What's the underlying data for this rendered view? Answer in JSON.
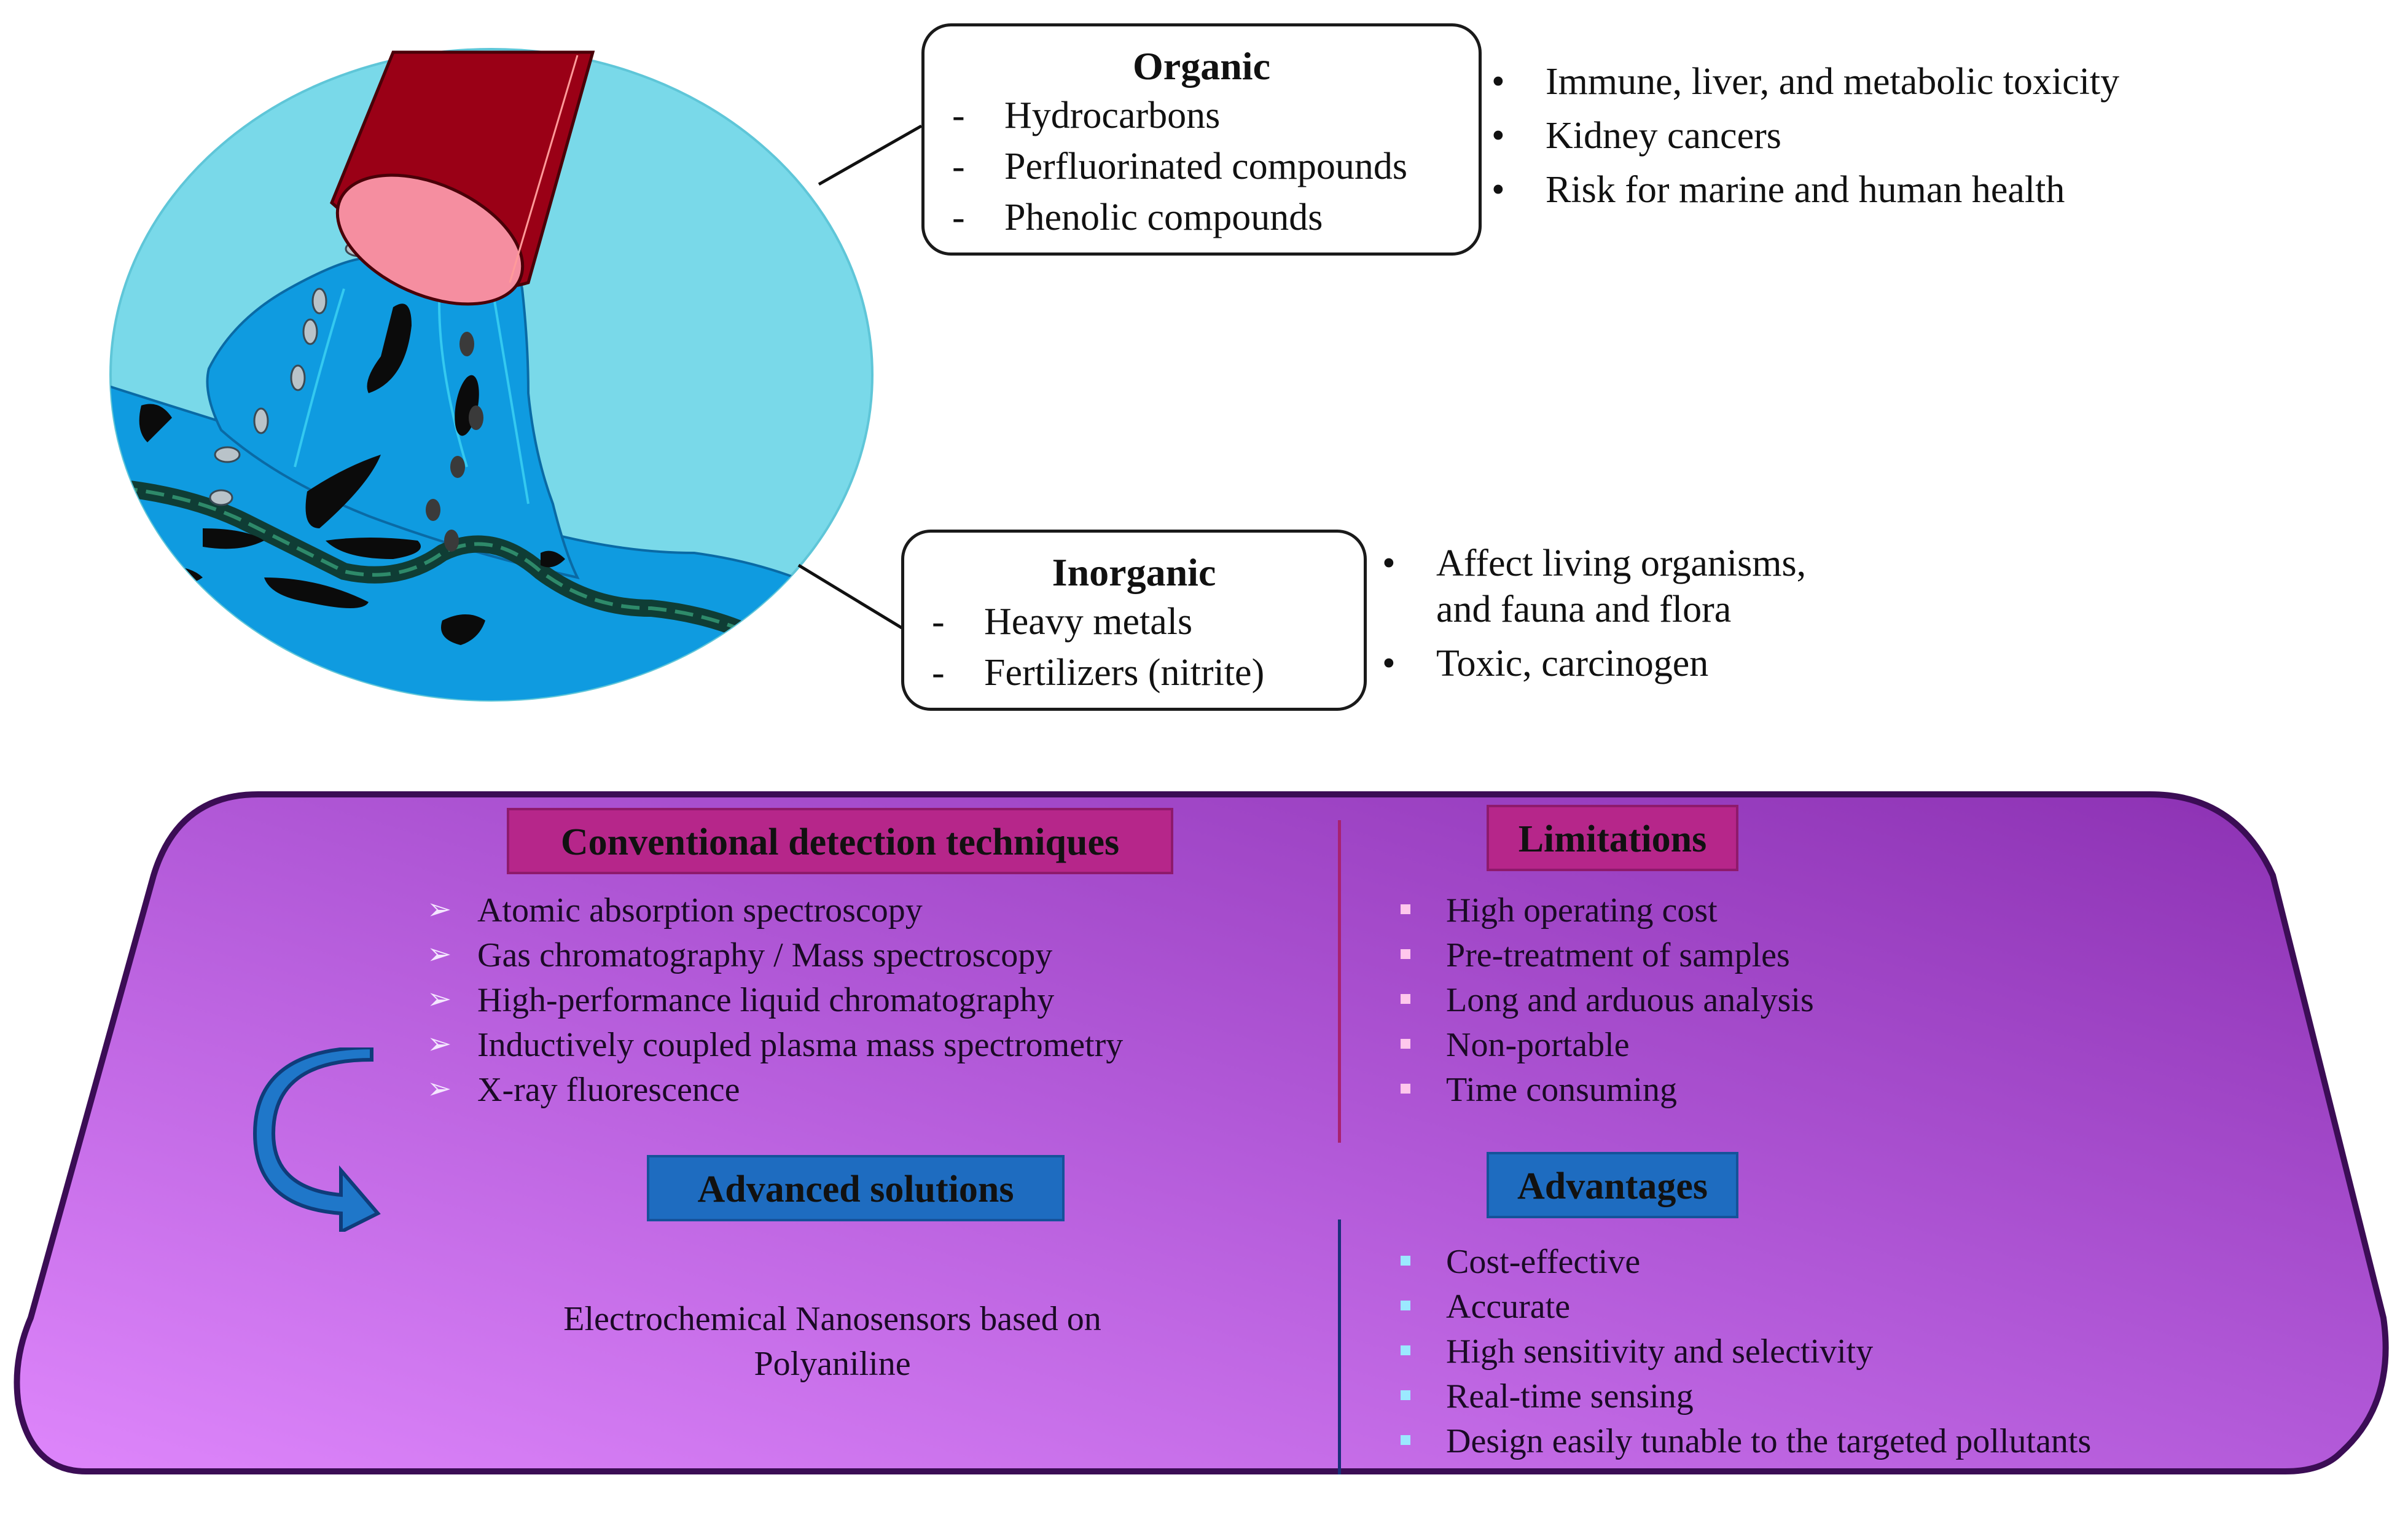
{
  "organic": {
    "title": "Organic",
    "items": [
      "Hydrocarbons",
      "Perfluorinated compounds",
      "Phenolic compounds"
    ],
    "effects": [
      "Immune, liver, and metabolic toxicity",
      "Kidney cancers",
      "Risk for marine and human health"
    ]
  },
  "inorganic": {
    "title": "Inorganic",
    "items": [
      "Heavy metals",
      "Fertilizers (nitrite)"
    ],
    "effects": [
      "Affect living organisms,",
      "and fauna and flora",
      "Toxic, carcinogen"
    ]
  },
  "panel": {
    "conventional": {
      "title": "Conventional detection techniques",
      "items": [
        "Atomic absorption spectroscopy",
        "Gas chromatography / Mass spectroscopy",
        "High-performance liquid chromatography",
        "Inductively coupled plasma mass spectrometry",
        "X-ray fluorescence"
      ]
    },
    "limitations": {
      "title": "Limitations",
      "items": [
        "High operating cost",
        "Pre-treatment of samples",
        "Long and arduous analysis",
        "Non-portable",
        "Time consuming"
      ]
    },
    "advanced": {
      "title": "Advanced solutions",
      "text_line1": "Electrochemical Nanosensors based on",
      "text_line2": "Polyaniline"
    },
    "advantages": {
      "title": "Advantages",
      "items": [
        "Cost-effective",
        "Accurate",
        "High sensitivity and selectivity",
        "Real-time sensing",
        "Design easily tunable to the targeted pollutants"
      ]
    }
  },
  "colors": {
    "pipe": "#9a0016",
    "pipe_mouth": "#f58ea0",
    "circle_bg": "#79d9e9",
    "water": "#0f9be0",
    "tag_pink": "#b6268a",
    "tag_blue": "#1e6cc0",
    "panel_light": "#d97ff6",
    "panel_dark": "#8f35b7"
  },
  "icons": {
    "bullet": "•",
    "dash": "-",
    "list_marker_conventional": "arrowhead-outline-icon",
    "list_marker_other": "small-square-icon",
    "curved_arrow": "curved-arrow-icon"
  }
}
